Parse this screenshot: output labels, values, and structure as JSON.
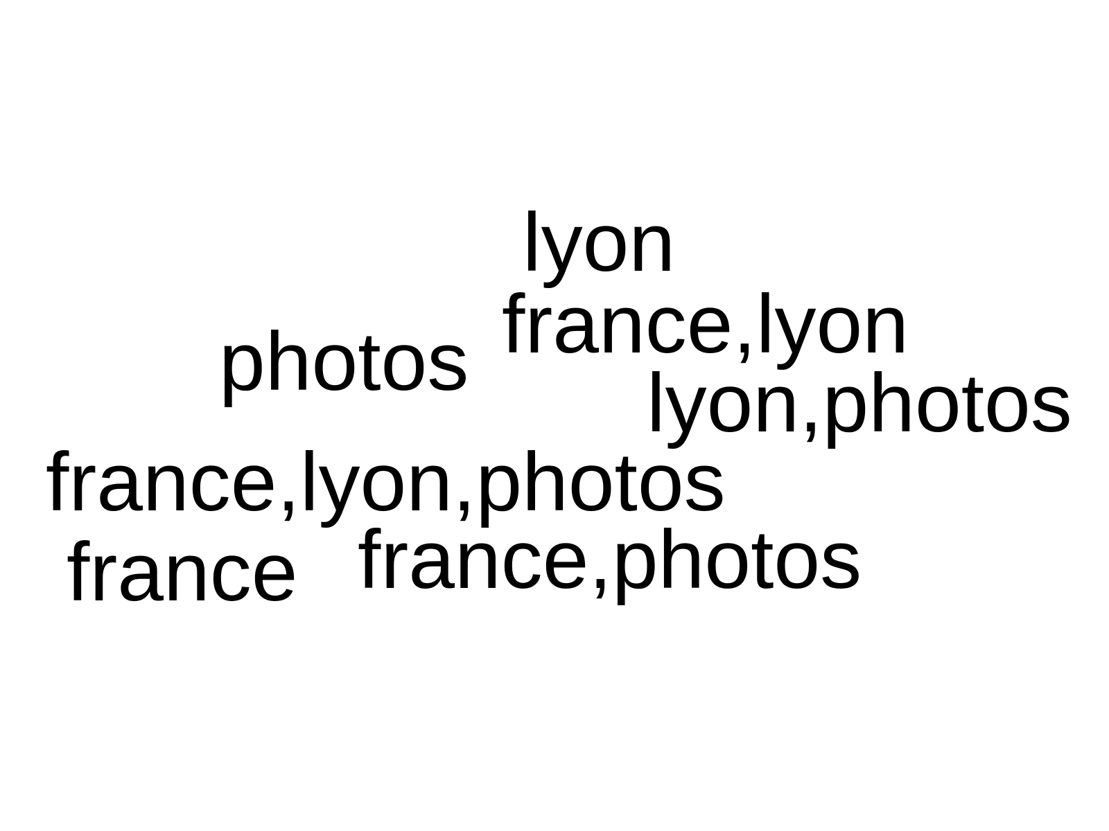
{
  "cloud": {
    "text_color": "#000000",
    "background_color": "#ffffff",
    "words": [
      "lyon",
      "france,lyon",
      "photos",
      "lyon,photos",
      "france,lyon,photos",
      "france",
      "france,photos"
    ]
  }
}
